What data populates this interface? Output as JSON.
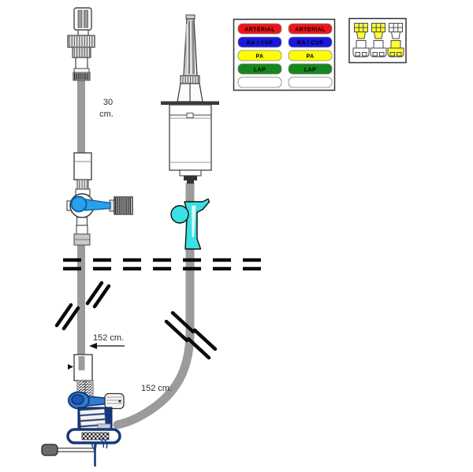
{
  "diagram": {
    "title": "pressure-monitoring-iv-set-diagram",
    "labels": {
      "seg30_value": "30",
      "seg30_unit": "cm.",
      "seg152_left": "152 cm.",
      "seg152_right": "152 cm."
    },
    "colors": {
      "tube_gray": "#9b9b9b",
      "clamp_cyan": "#3ae0e3",
      "stopcock_blue": "#2aa0ec",
      "transducer_navy": "#16387f",
      "knob_blue": "#2f7cd0",
      "outline": "#333333"
    }
  },
  "legend": {
    "rows": [
      {
        "label": "ARTERIAL",
        "color": "#ee1418"
      },
      {
        "label": "RA / CVP",
        "color": "#1717dd"
      },
      {
        "label": "PA",
        "color": "#fdfd00"
      },
      {
        "label": "LAP",
        "color": "#17861d"
      },
      {
        "label": "",
        "color": "#ffffff"
      }
    ]
  },
  "icon_panel": {
    "columns": [
      {
        "manifold_color": "#ffff33",
        "transducer_color": "#ffffff"
      },
      {
        "manifold_color": "#ffff33",
        "transducer_color": "#ffffff"
      },
      {
        "manifold_color": "#ffffff",
        "transducer_color": "#ffff33"
      }
    ]
  }
}
